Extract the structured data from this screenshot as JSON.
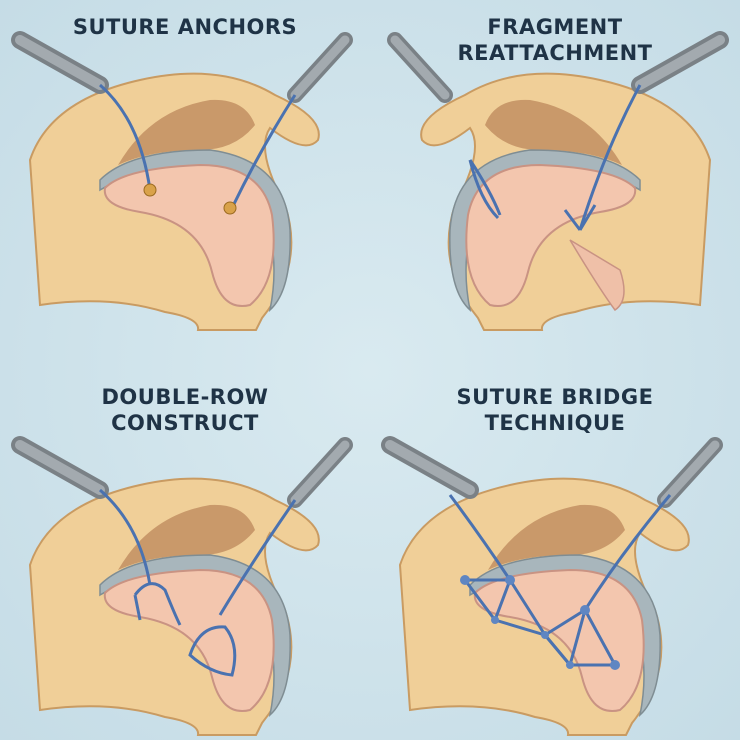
{
  "panels": [
    {
      "title_line1": "SUTURE ANCHORS",
      "title_line2": ""
    },
    {
      "title_line1": "FRAGMENT",
      "title_line2": "REATTACHMENT"
    },
    {
      "title_line1": "DOUBLE-ROW",
      "title_line2": "CONSTRUCT"
    },
    {
      "title_line1": "SUTURE BRIDGE",
      "title_line2": "TECHNIQUE"
    }
  ],
  "colors": {
    "bone": "#f0cf98",
    "cartilage": "#f3c6ae",
    "labrum": "#a8b6bc",
    "suture": "#4a72b0",
    "instrument": "#8c9398",
    "background": "#cfe2ea"
  }
}
